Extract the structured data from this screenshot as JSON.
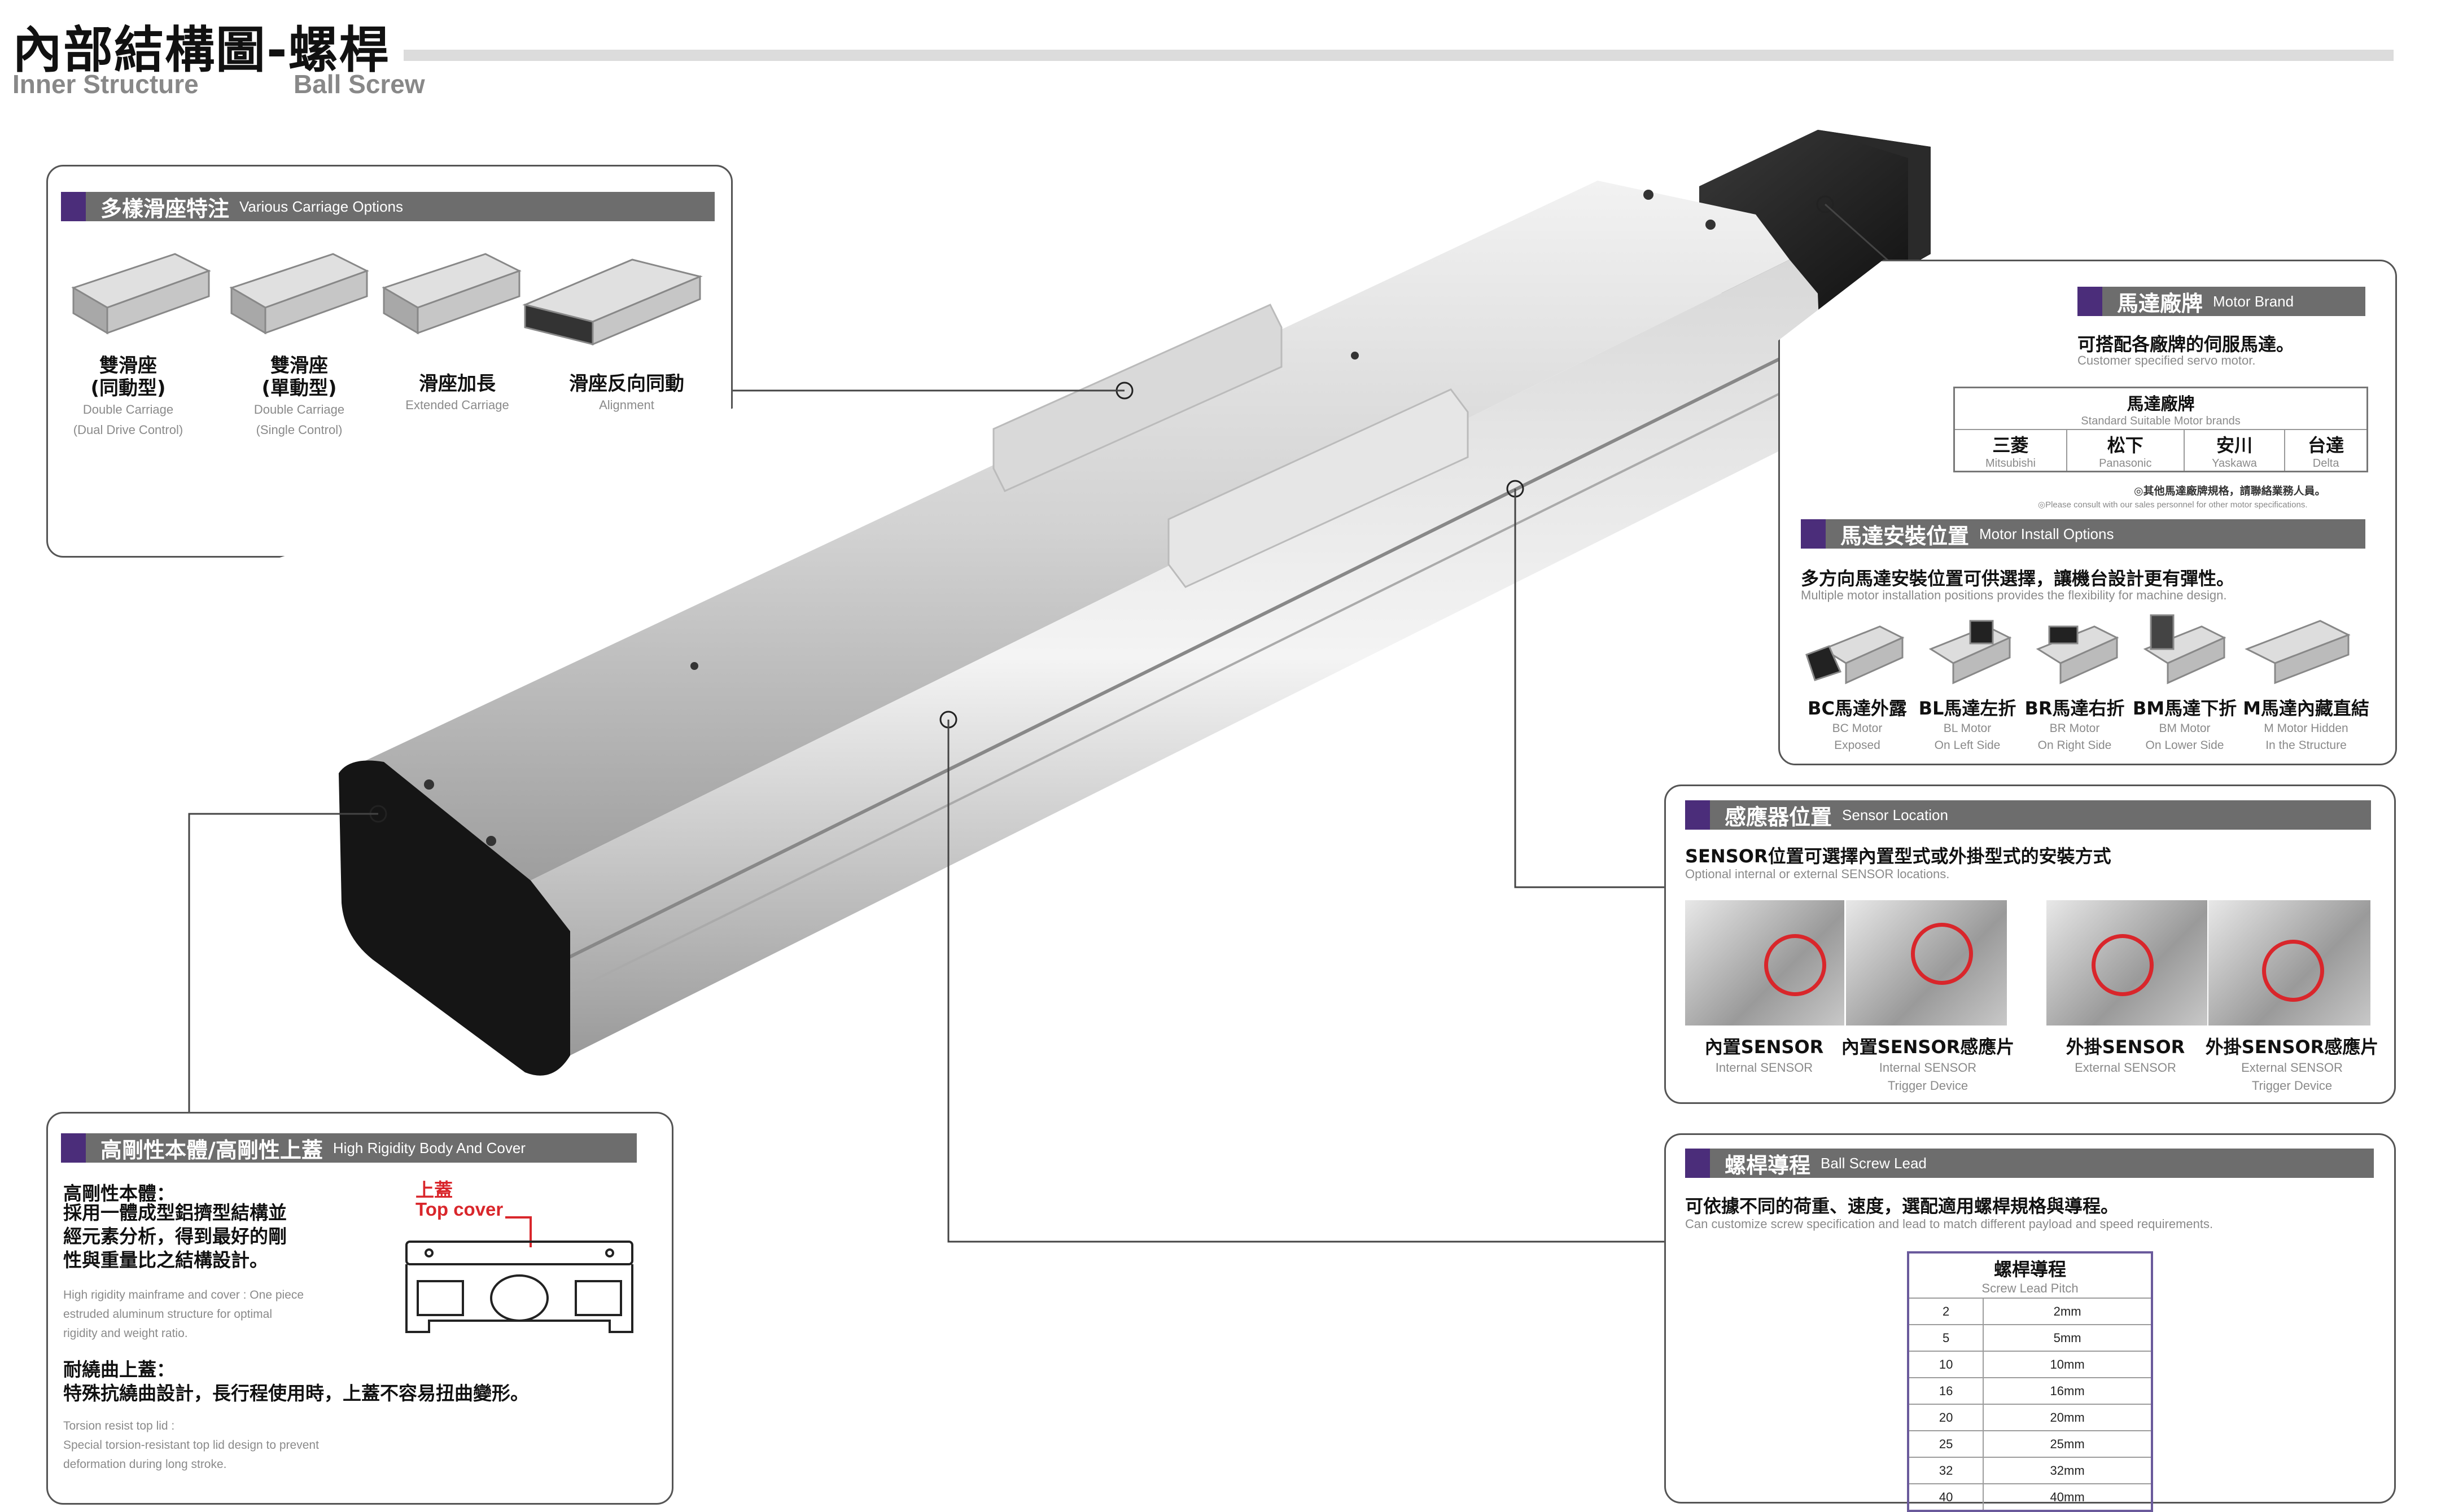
{
  "page": {
    "title_zh": "內部結構圖-螺桿",
    "title_en_1": "Inner Structure",
    "title_en_2": "Ball Screw"
  },
  "carriage": {
    "header_zh": "多樣滑座特注",
    "header_en": "Various Carriage Options",
    "items": [
      {
        "zh": "雙滑座\n(同動型)",
        "en": "Double Carriage\n(Dual Drive Control)"
      },
      {
        "zh": "雙滑座\n(單動型)",
        "en": "Double Carriage\n(Single Control)"
      },
      {
        "zh": "滑座加長",
        "en": "Extended Carriage"
      },
      {
        "zh": "滑座反向同動",
        "en": "Alignment"
      }
    ]
  },
  "motor_brand": {
    "header_zh": "馬達廠牌",
    "header_en": "Motor Brand",
    "desc_zh": "可搭配各廠牌的伺服馬達。",
    "desc_en": "Customer specified servo motor.",
    "table_title_zh": "馬達廠牌",
    "table_title_en": "Standard Suitable Motor brands",
    "brands": [
      {
        "zh": "三菱",
        "en": "Mitsubishi"
      },
      {
        "zh": "松下",
        "en": "Panasonic"
      },
      {
        "zh": "安川",
        "en": "Yaskawa"
      },
      {
        "zh": "台達",
        "en": "Delta"
      }
    ],
    "note_zh": "◎其他馬達廠牌規格，請聯絡業務人員。",
    "note_en": "◎Please consult with our sales personnel for other motor specifications."
  },
  "motor_install": {
    "header_zh": "馬達安裝位置",
    "header_en": "Motor Install Options",
    "desc_zh": "多方向馬達安裝位置可供選擇，讓機台設計更有彈性。",
    "desc_en": "Multiple motor installation positions provides the flexibility for machine design.",
    "items": [
      {
        "zh": "BC馬達外露",
        "en": "BC Motor\nExposed"
      },
      {
        "zh": "BL馬達左折",
        "en": "BL Motor\nOn Left Side"
      },
      {
        "zh": "BR馬達右折",
        "en": "BR Motor\nOn Right Side"
      },
      {
        "zh": "BM馬達下折",
        "en": "BM Motor\nOn Lower Side"
      },
      {
        "zh": "M馬達內藏直結",
        "en": "M Motor Hidden\nIn the Structure"
      }
    ]
  },
  "sensor": {
    "header_zh": "感應器位置",
    "header_en": "Sensor Location",
    "desc_zh": "SENSOR位置可選擇內置型式或外掛型式的安裝方式",
    "desc_en": "Optional internal or external SENSOR locations.",
    "items": [
      {
        "zh": "內置SENSOR",
        "en": "Internal SENSOR"
      },
      {
        "zh": "內置SENSOR感應片",
        "en": "Internal SENSOR\nTrigger Device"
      },
      {
        "zh": "外掛SENSOR",
        "en": "External SENSOR"
      },
      {
        "zh": "外掛SENSOR感應片",
        "en": "External SENSOR\nTrigger Device"
      }
    ]
  },
  "lead": {
    "header_zh": "螺桿導程",
    "header_en": "Ball Screw Lead",
    "desc_zh": "可依據不同的荷重、速度，選配適用螺桿規格與導程。",
    "desc_en": "Can customize screw specification and lead to match different payload and speed requirements.",
    "table_title_zh": "螺桿導程",
    "table_title_en": "Screw Lead Pitch",
    "rows": [
      [
        "2",
        "2mm"
      ],
      [
        "5",
        "5mm"
      ],
      [
        "10",
        "10mm"
      ],
      [
        "16",
        "16mm"
      ],
      [
        "20",
        "20mm"
      ],
      [
        "25",
        "25mm"
      ],
      [
        "32",
        "32mm"
      ],
      [
        "40",
        "40mm"
      ]
    ]
  },
  "rigidity": {
    "header_zh": "高剛性本體/高剛性上蓋",
    "header_en": "High Rigidity Body And Cover",
    "body_title_zh": "高剛性本體：",
    "body_text_zh": "採用一體成型鋁擠型結構並\n經元素分析，得到最好的剛\n性與重量比之結構設計。",
    "body_text_en": "High rigidity mainframe and cover : One piece\nestruded aluminum structure for optimal\nrigidity and weight ratio.",
    "cover_label_zh": "上蓋",
    "cover_label_en": "Top cover",
    "torsion_title_zh": "耐繞曲上蓋：",
    "torsion_text_zh": "特殊抗繞曲設計，長行程使用時，上蓋不容易扭曲變形。",
    "torsion_text_en": "Torsion resist top lid :\nSpecial torsion-resistant top lid design to prevent\ndeformation during long stroke."
  },
  "colors": {
    "accent": "#4b2d7a",
    "header_bg": "#6d6d6d",
    "cover_red": "#d9262b"
  }
}
